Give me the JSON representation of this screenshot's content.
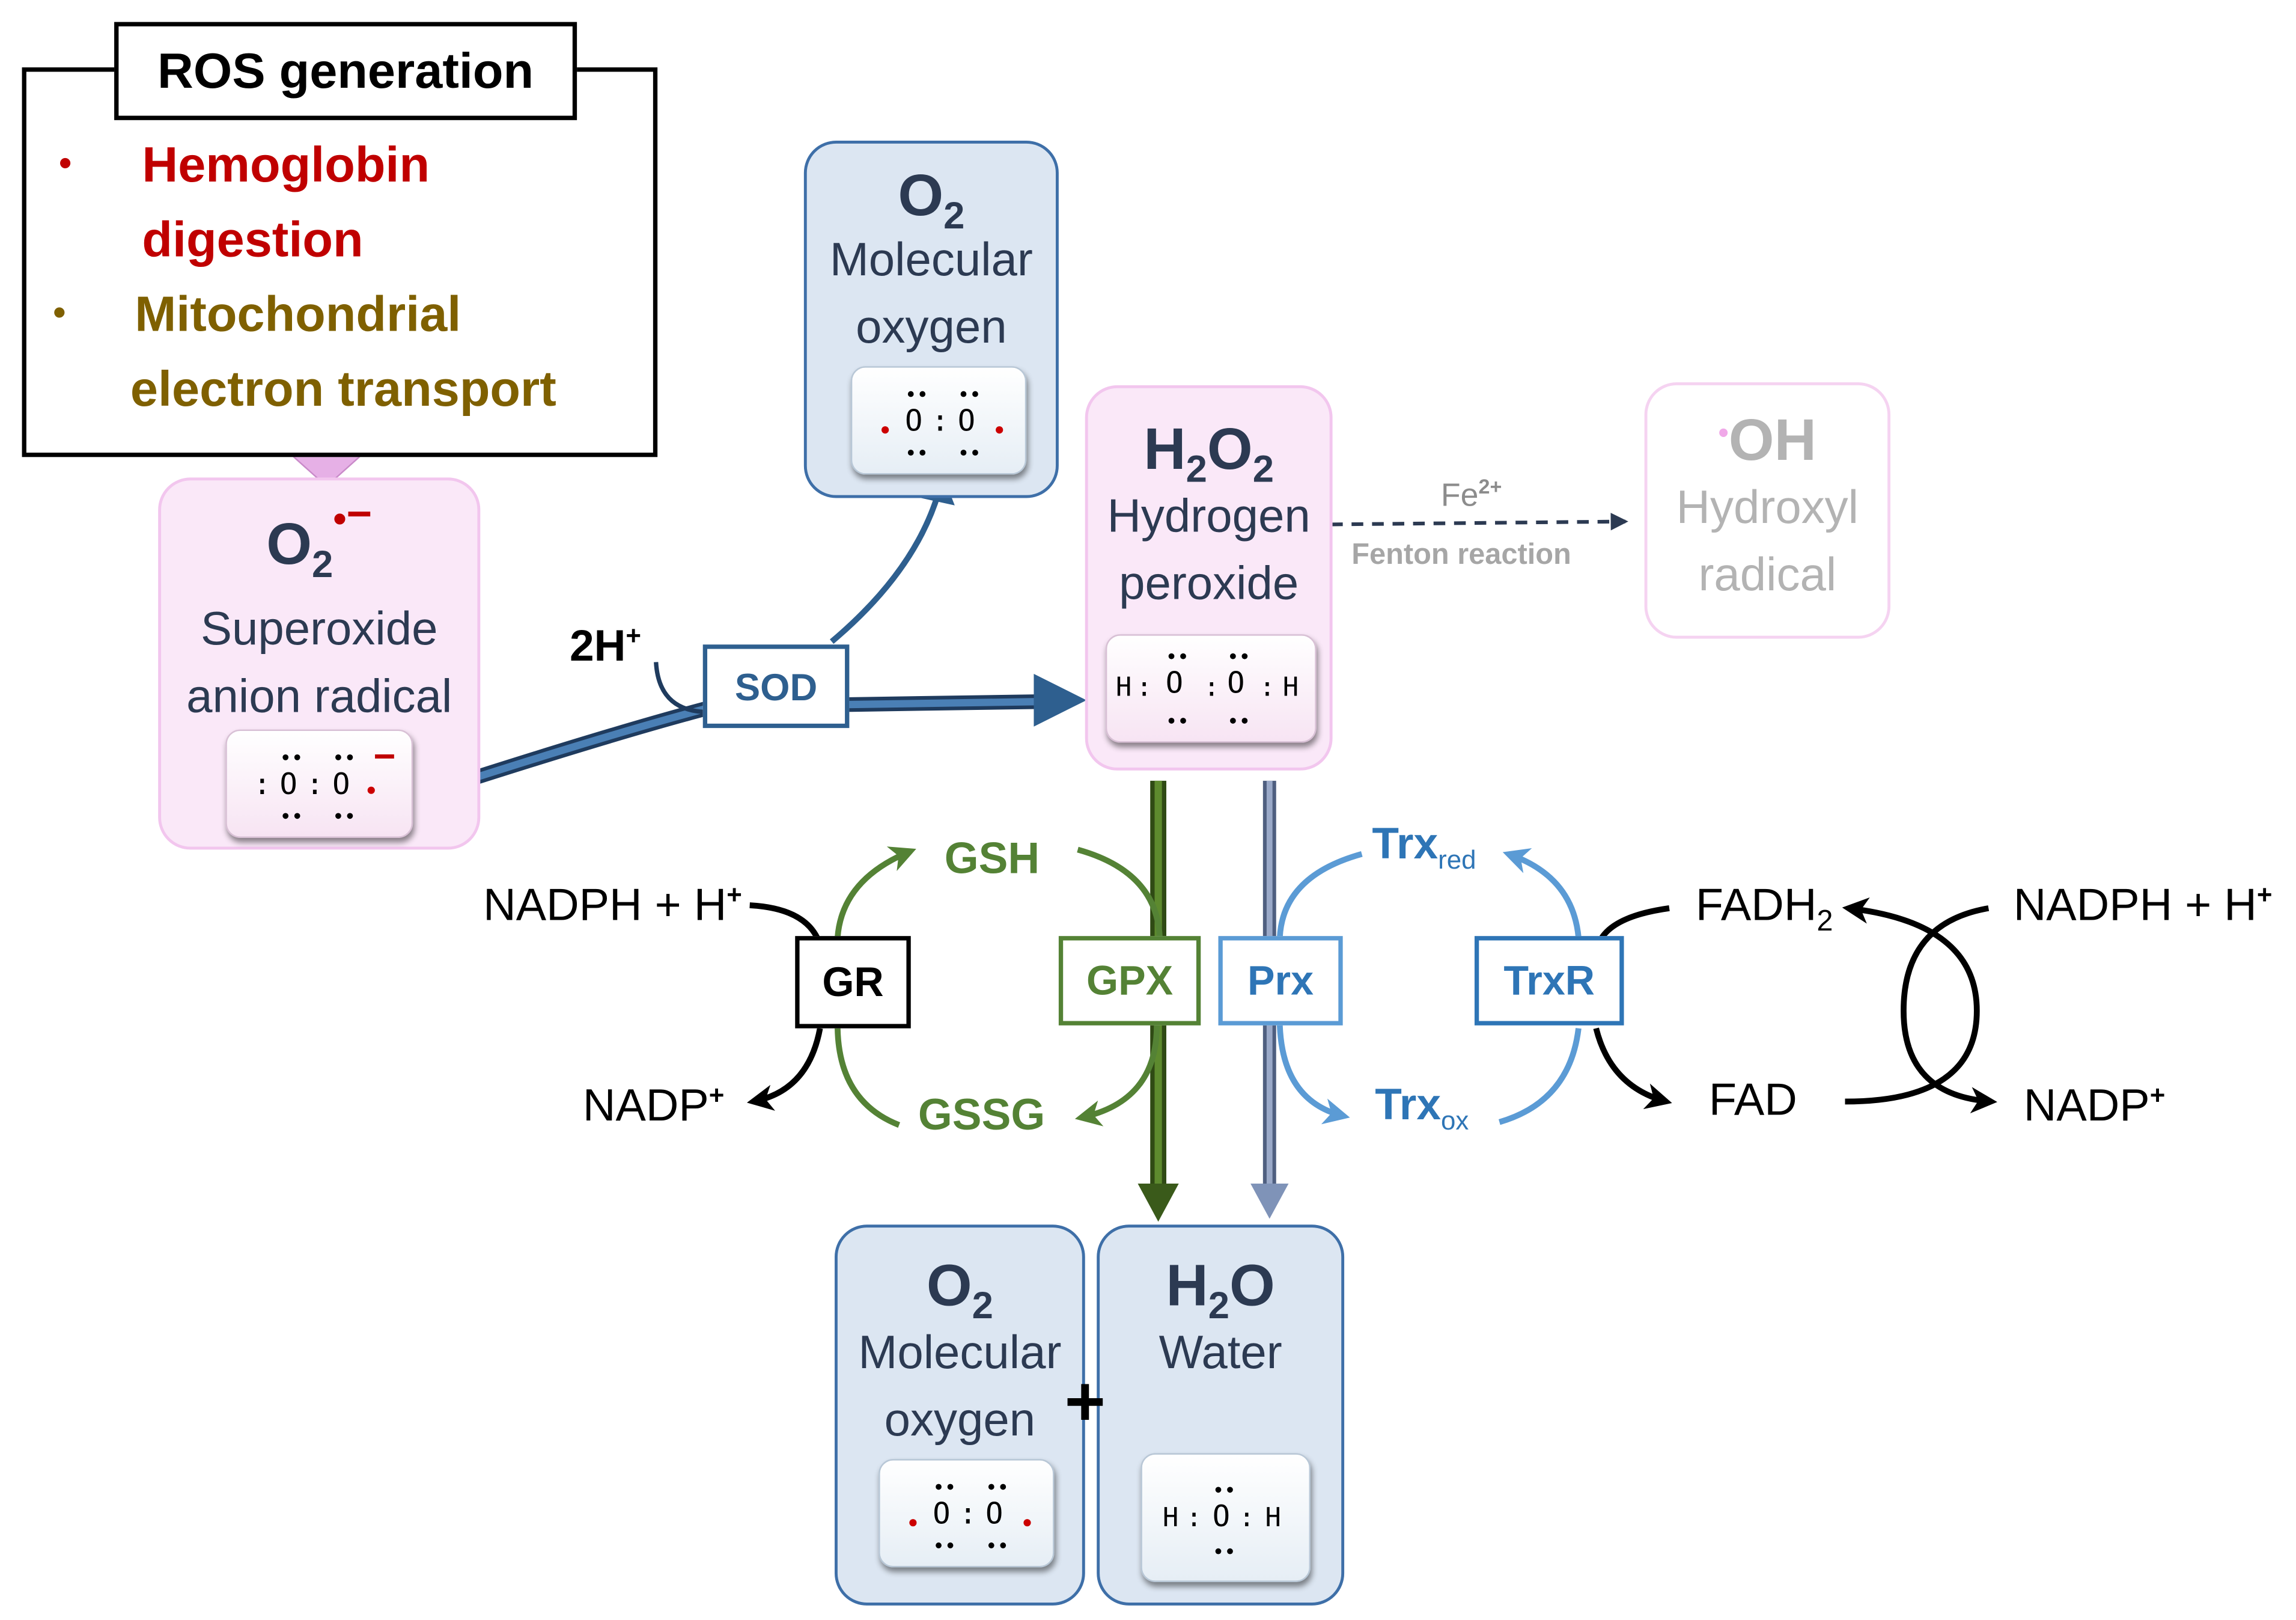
{
  "ros_box": {
    "title": "ROS generation",
    "items": [
      {
        "bullet": "•",
        "line1": "Hemoglobin",
        "line2": "digestion",
        "color": "#c00000"
      },
      {
        "bullet": "•",
        "line1": "Mitochondrial",
        "line2": "electron transport",
        "color": "#7f6000"
      }
    ]
  },
  "species": {
    "superoxide": {
      "formula": "O",
      "sub": "2",
      "sup_dot": "•",
      "sup_charge": "−",
      "name_line1": "Superoxide",
      "name_line2": "anion radical",
      "lewis": {
        "left": ":",
        "o1": "O",
        "mid": ":",
        "o2": "O",
        "charge": "−"
      }
    },
    "o2_top": {
      "formula": "O",
      "sub": "2",
      "name_line1": "Molecular",
      "name_line2": "oxygen",
      "lewis": {
        "o1": "O",
        "mid": ":",
        "o2": "O"
      }
    },
    "h2o2": {
      "f1": "H",
      "sub1": "2",
      "f2": "O",
      "sub2": "2",
      "name_line1": "Hydrogen",
      "name_line2": "peroxide",
      "lewis": {
        "h1": "H",
        "c1": ":",
        "o1": "O",
        "c2": ":",
        "o2": "O",
        "c3": ":",
        "h2": "H"
      }
    },
    "oh": {
      "dot": "•",
      "formula": "OH",
      "name_line1": "Hydroxyl",
      "name_line2": "radical"
    },
    "o2_bottom": {
      "formula": "O",
      "sub": "2",
      "name_line1": "Molecular",
      "name_line2": "oxygen",
      "lewis": {
        "o1": "O",
        "mid": ":",
        "o2": "O"
      }
    },
    "h2o": {
      "f1": "H",
      "sub": "2",
      "f2": "O",
      "name_line1": "Water",
      "lewis": {
        "h1": "H",
        "c1": ":",
        "o": "O",
        "c2": ":",
        "h2": "H"
      }
    },
    "plus": "+"
  },
  "enzymes": {
    "sod": "SOD",
    "gr": "GR",
    "gpx": "GPX",
    "prx": "Prx",
    "trxr": "TrxR"
  },
  "labels": {
    "two_h": "2H",
    "two_h_sup": "+",
    "fe": "Fe",
    "fe_sup": "2+",
    "fenton": "Fenton reaction",
    "gsh": "GSH",
    "gssg": "GSSG",
    "trx_red": "Trx",
    "trx_red_sub": "red",
    "trx_ox": "Trx",
    "trx_ox_sub": "ox",
    "nadph_left": "NADPH + H",
    "nadph_left_sup": "+",
    "nadp_left": "NADP",
    "nadp_left_sup": "+",
    "fadh2": "FADH",
    "fadh2_sub": "2",
    "fad": "FAD",
    "nadph_right": "NADPH + H",
    "nadph_right_sup": "+",
    "nadp_right": "NADP",
    "nadp_right_sup": "+"
  },
  "colors": {
    "navy": "#2c3a52",
    "blue_arrow": "#2e5f8f",
    "green": "#548235",
    "dark_green": "#3a5a1a",
    "light_blue": "#5b9bd5",
    "prx_blue": "#7f93b8",
    "red": "#c00000",
    "olive": "#7f6000"
  }
}
